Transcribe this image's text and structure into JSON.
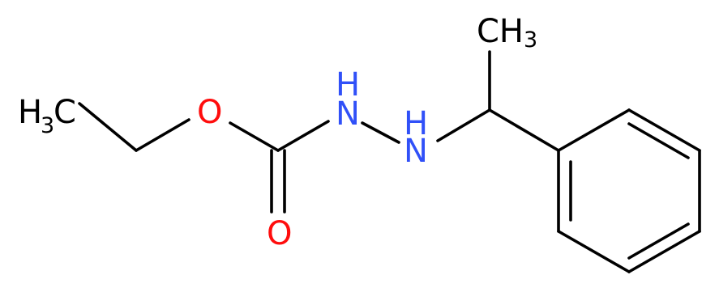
{
  "molecule": {
    "atoms": [
      {
        "id": "ch3-left",
        "symbol": "H",
        "subscript": "3",
        "suffix": "C",
        "color": "#000000"
      },
      {
        "id": "ester-o",
        "symbol": "O",
        "subscript": "",
        "suffix": "",
        "color": "#ff0d0d"
      },
      {
        "id": "carbonyl-o",
        "symbol": "O",
        "subscript": "",
        "suffix": "",
        "color": "#ff0d0d"
      },
      {
        "id": "nh-upper",
        "symbol": "H",
        "prefix": "N",
        "color": "#3050f8"
      },
      {
        "id": "nh-lower",
        "symbol": "H",
        "prefix": "N",
        "color": "#3050f8"
      },
      {
        "id": "ch3-top",
        "prefix": "CH",
        "subscript": "3",
        "color": "#000000"
      }
    ],
    "colors": {
      "bond": "#000000",
      "oxygen": "#ff0d0d",
      "nitrogen": "#3050f8",
      "carbon": "#000000"
    }
  },
  "labels": {
    "ch3_left_main": "H",
    "ch3_left_sub": "3",
    "ch3_left_tail": "C",
    "ester_o": "O",
    "carbonyl_o": "O",
    "nh_upper_h": "H",
    "nh_upper_n": "N",
    "nh_lower_h": "H",
    "nh_lower_n": "N",
    "ch3_top_main": "CH",
    "ch3_top_sub": "3"
  }
}
